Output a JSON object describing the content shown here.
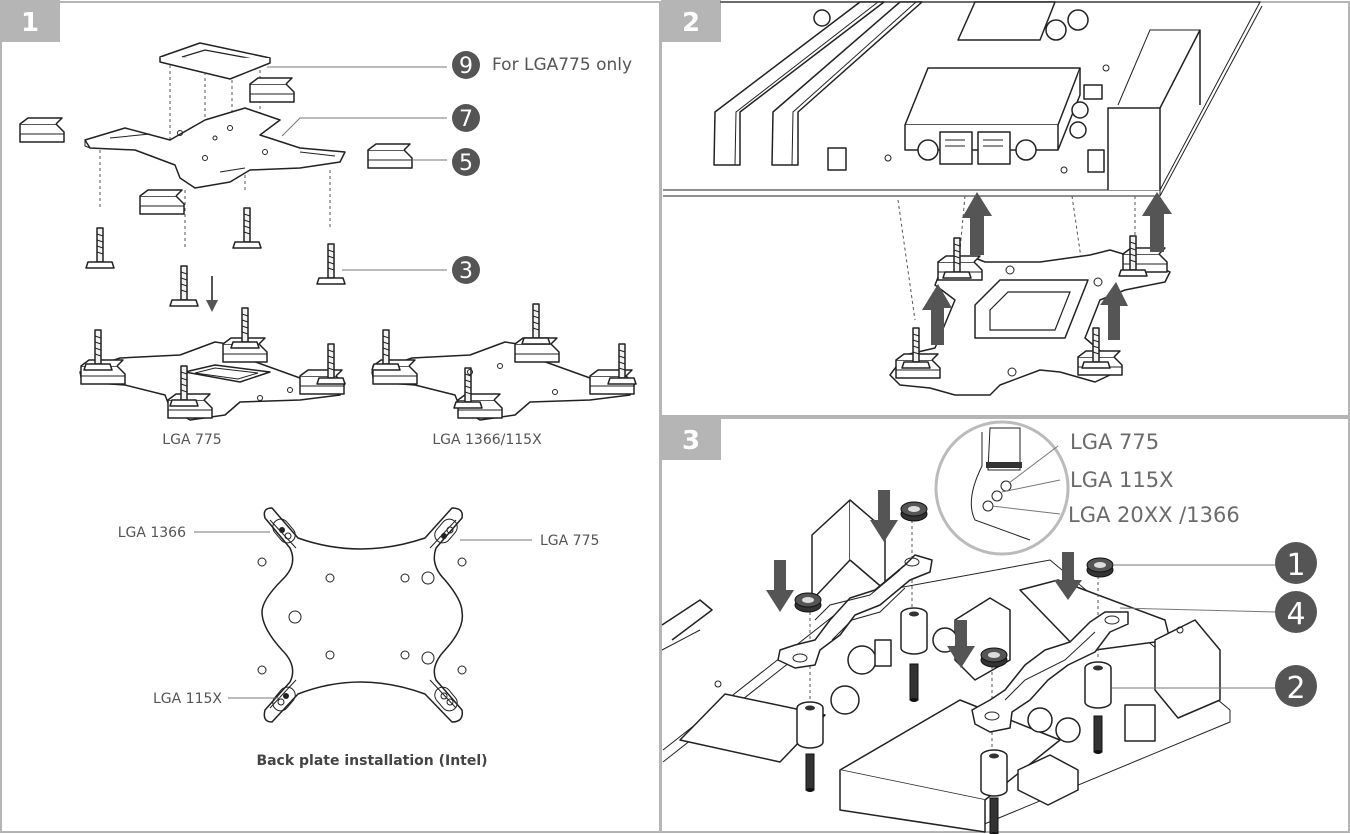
{
  "panels": [
    {
      "number": "1"
    },
    {
      "number": "2"
    },
    {
      "number": "3"
    }
  ],
  "panel1": {
    "callouts": [
      {
        "num": "9",
        "text": "For LGA775 only"
      },
      {
        "num": "7",
        "text": ""
      },
      {
        "num": "5",
        "text": ""
      },
      {
        "num": "3",
        "text": ""
      }
    ],
    "result_labels": [
      "LGA 775",
      "LGA 1366/115X"
    ],
    "backplate_labels": {
      "top_left": "LGA 1366",
      "top_right": "LGA 775",
      "bottom_left": "LGA 115X"
    },
    "caption": "Back plate installation (Intel)"
  },
  "panel3": {
    "inset_labels": [
      "LGA 775",
      "LGA 115X",
      "LGA 20XX /1366"
    ],
    "callouts": [
      {
        "num": "1"
      },
      {
        "num": "4"
      },
      {
        "num": "2"
      }
    ]
  },
  "colors": {
    "border": "#b5b5b5",
    "tab": "#b5b5b5",
    "callout_circle": "#555555",
    "arrow": "#555555"
  }
}
